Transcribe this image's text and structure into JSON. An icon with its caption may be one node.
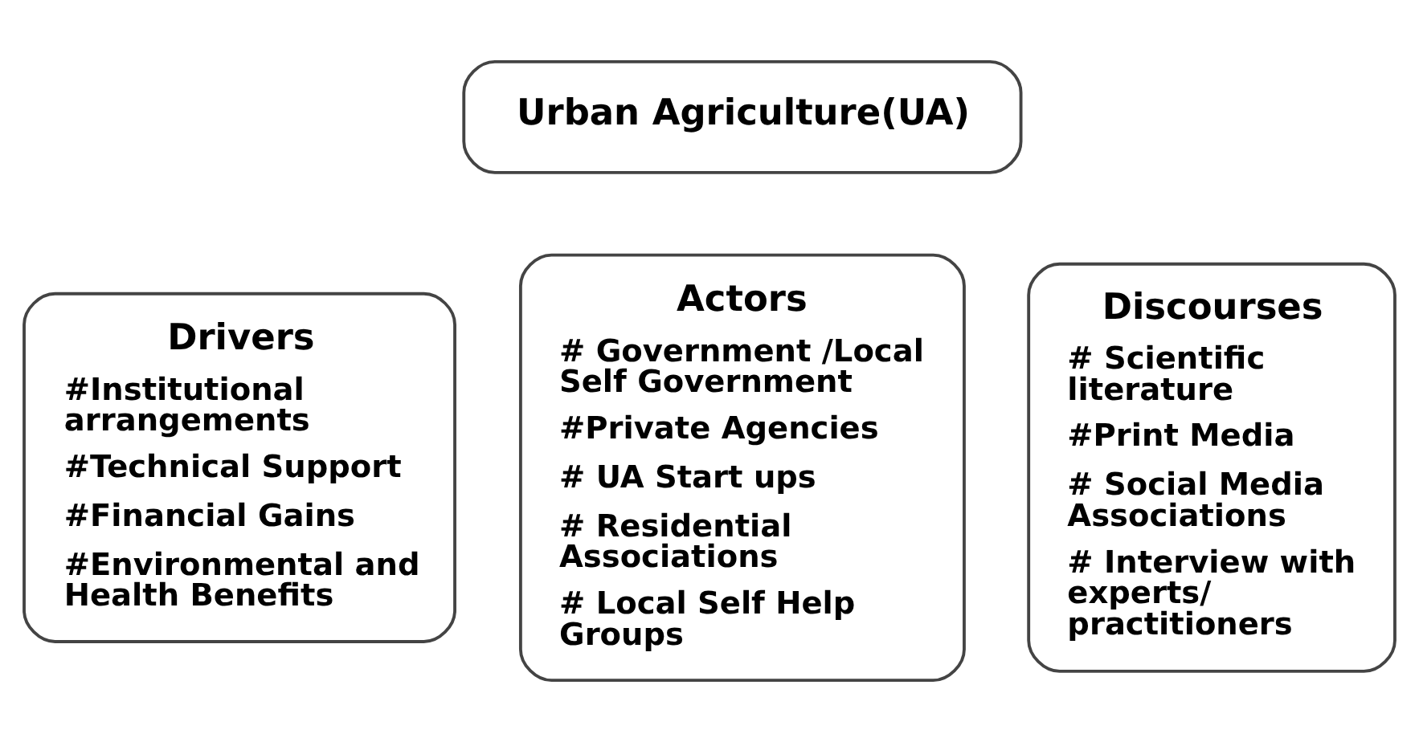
{
  "diagram": {
    "nodes": [
      {
        "text": [
          "Urban Agriculture(UA)"
        ]
      },
      {
        "text": [
          "Drivers",
          "#Institutional arrangements",
          "#Technical Support",
          "#Financial Gains",
          "#Environmental and Health Benefits"
        ]
      },
      {
        "text": [
          "Actors",
          "# Government /Local Self Government",
          "#Private Agencies",
          "# UA Start ups",
          "# Residential Associations",
          "# Local Self Help Groups"
        ]
      },
      {
        "text": [
          "Discourses",
          "# Scientific literature",
          "#Print Media",
          "# Social Media Associations",
          "# Interview with experts/ practitioners"
        ]
      }
    ],
    "edges": []
  }
}
